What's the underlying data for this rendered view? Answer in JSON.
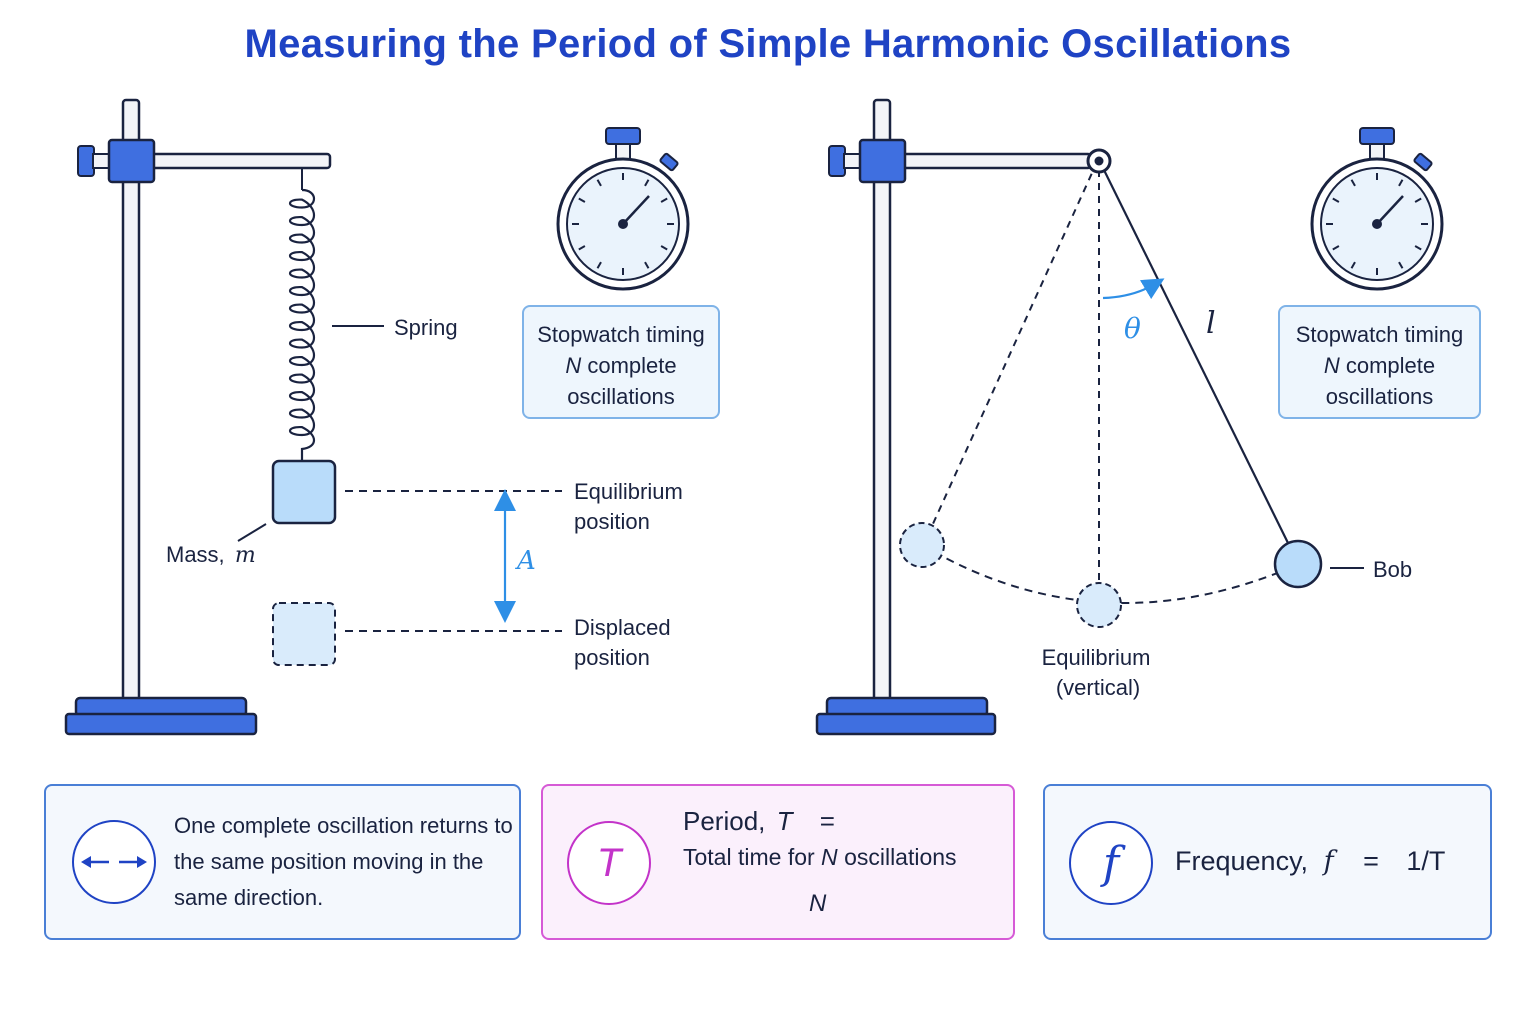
{
  "title": "Measuring the Period of Simple Harmonic Oscillations",
  "spring_setup": {
    "spring_label": "Spring",
    "mass_label": "Mass,",
    "mass_symbol": "m",
    "equilibrium_label_line1": "Equilibrium",
    "equilibrium_label_line2": "position",
    "amplitude_symbol": "A",
    "displaced_label_line1": "Displaced",
    "displaced_label_line2": "position",
    "stopwatch_line1": "Stopwatch timing",
    "stopwatch_line2_symbol": "N",
    "stopwatch_line2_text": "complete",
    "stopwatch_line3": "oscillations"
  },
  "pendulum_setup": {
    "angle_symbol": "θ",
    "length_symbol": "l",
    "bob_label": "Bob",
    "equilibrium_label_line1": "Equilibrium",
    "equilibrium_label_line2": "(vertical)",
    "stopwatch_line1": "Stopwatch timing",
    "stopwatch_line2_symbol": "N",
    "stopwatch_line2_text": "complete",
    "stopwatch_line3": "oscillations"
  },
  "cards": {
    "oscillation": {
      "text": "One complete oscillation returns to the same position moving in the same direction."
    },
    "period": {
      "badge": "T",
      "lhs_text": "Period,",
      "lhs_symbol": "T",
      "equals": "=",
      "numerator_text": "Total time for",
      "numerator_symbol": "N",
      "numerator_suffix": "oscillations",
      "denominator": "N"
    },
    "frequency": {
      "badge": "f",
      "text": "Frequency,",
      "symbol": "f",
      "equals": "=",
      "rhs": "1/T"
    }
  },
  "colors": {
    "accent_blue": "#1f43c4",
    "light_blue_fill": "#b9dcfa",
    "light_blue_stroke": "#2f6fd8",
    "arrow_blue": "#2e8fe6",
    "magenta": "#c333c9"
  }
}
